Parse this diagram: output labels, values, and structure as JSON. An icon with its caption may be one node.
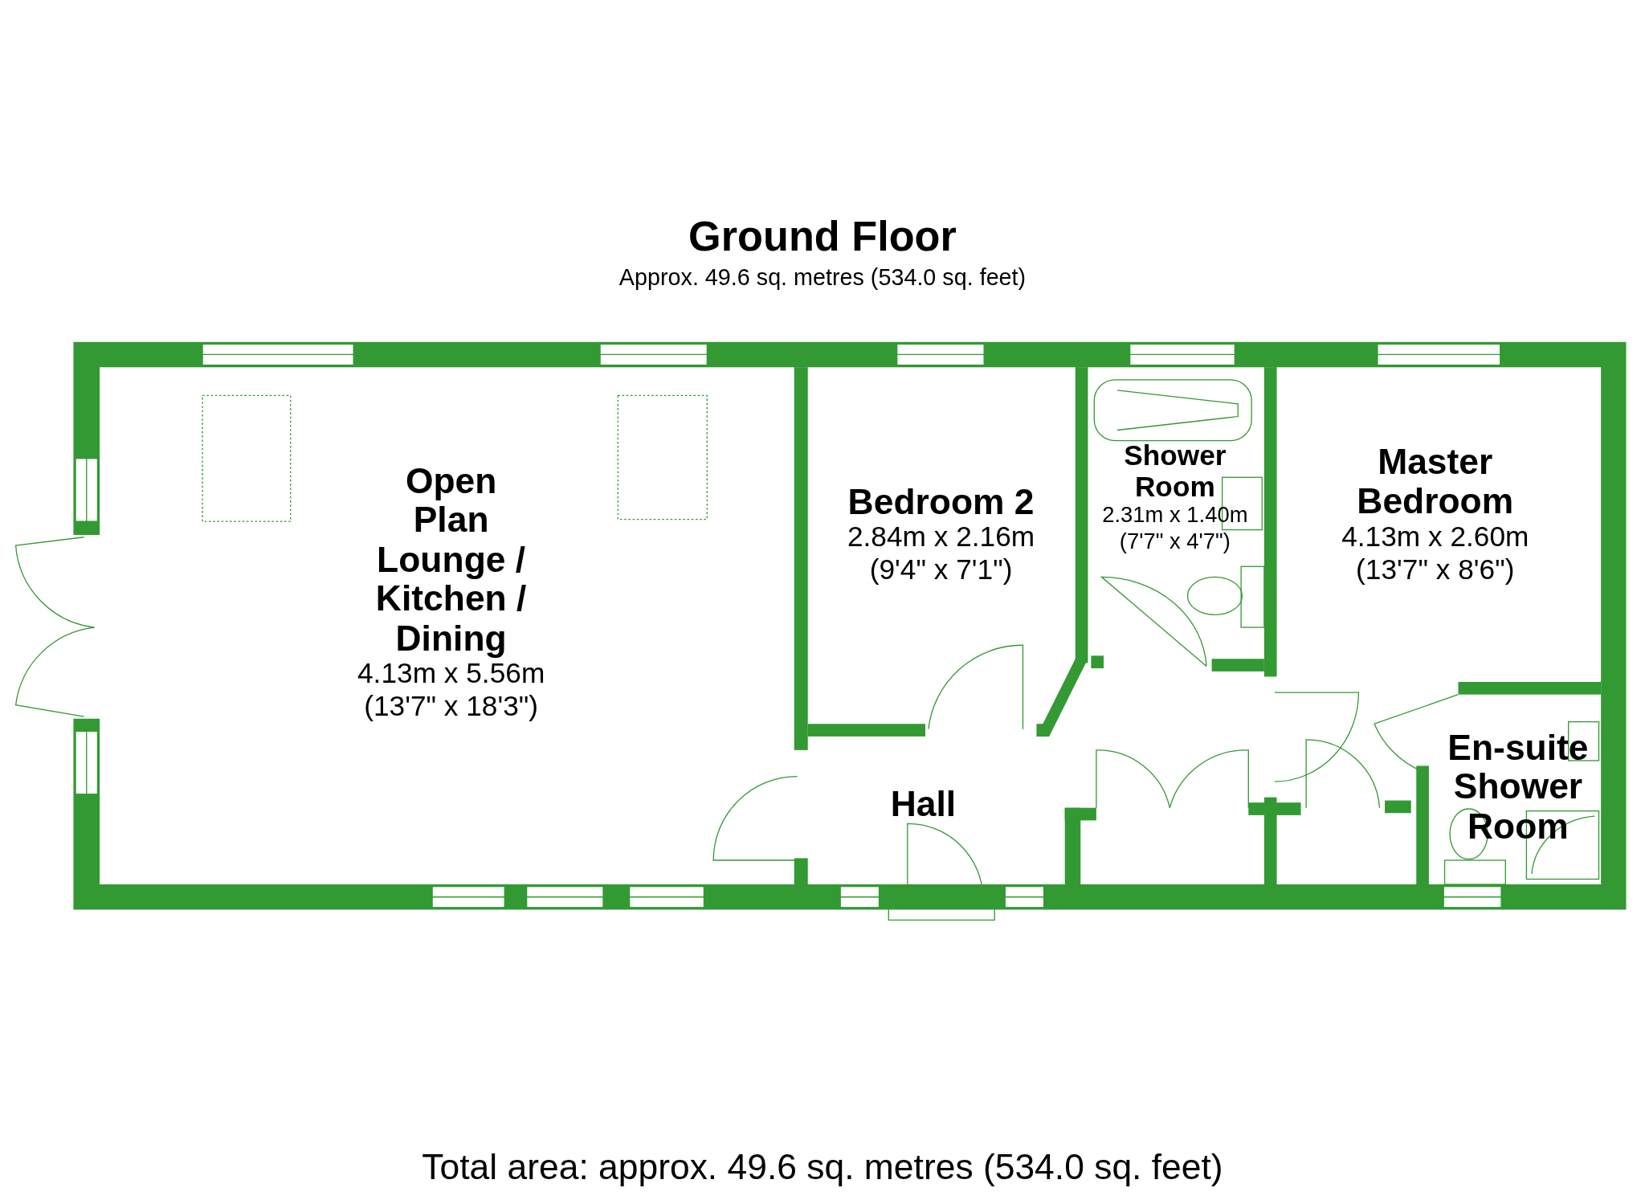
{
  "diagram": {
    "title": "Ground Floor",
    "caption": "Total area: approx. 49.6 sq. metres (534.0 sq. feet)",
    "nodes": [
      {
        "text": [
          "Open Plan Lounge / Kitchen / Dining",
          "4.13m x 5.56m (13'7\" x 18'3\")"
        ]
      },
      {
        "text": [
          "Bedroom 2",
          "2.84m x 2.16m (9'4\" x 7'1\")"
        ]
      },
      {
        "text": [
          "Shower Room",
          "2.31m x 1.40m (7'7\" x 4'7\")"
        ]
      },
      {
        "text": [
          "Master Bedroom",
          "4.13m x 2.60m (13'7\" x 8'6\")"
        ]
      },
      {
        "text": [
          "Hall"
        ]
      },
      {
        "text": [
          "En-suite Shower Room"
        ]
      }
    ],
    "labels": [
      "Approx. 49.6 sq. metres (534.0 sq. feet)"
    ]
  }
}
